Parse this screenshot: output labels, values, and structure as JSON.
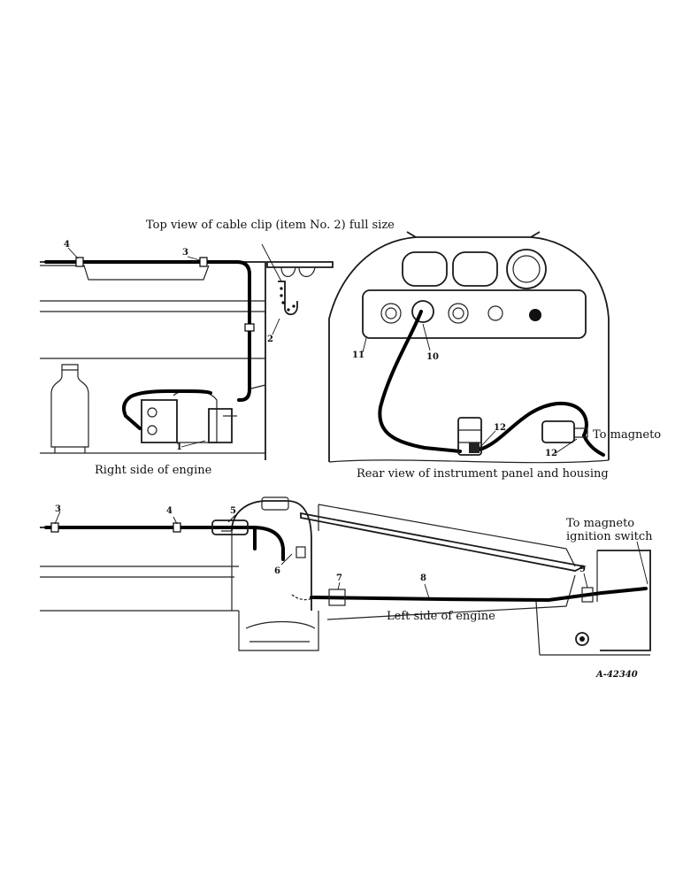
{
  "captions": {
    "top_view": "Top view of cable clip (item No. 2) full size",
    "right_side": "Right side of engine",
    "rear_view": "Rear view of instrument panel and housing",
    "left_side": "Left side of engine",
    "to_magneto": "To magneto",
    "to_magneto_switch_1": "To magneto",
    "to_magneto_switch_2": "ignition switch",
    "figure_code": "A-42340"
  },
  "callouts": {
    "right": [
      "4",
      "3",
      "2",
      "1"
    ],
    "rear": [
      "11",
      "10",
      "12",
      "12"
    ],
    "left": [
      "3",
      "4",
      "5",
      "6",
      "7",
      "8",
      "9"
    ]
  }
}
